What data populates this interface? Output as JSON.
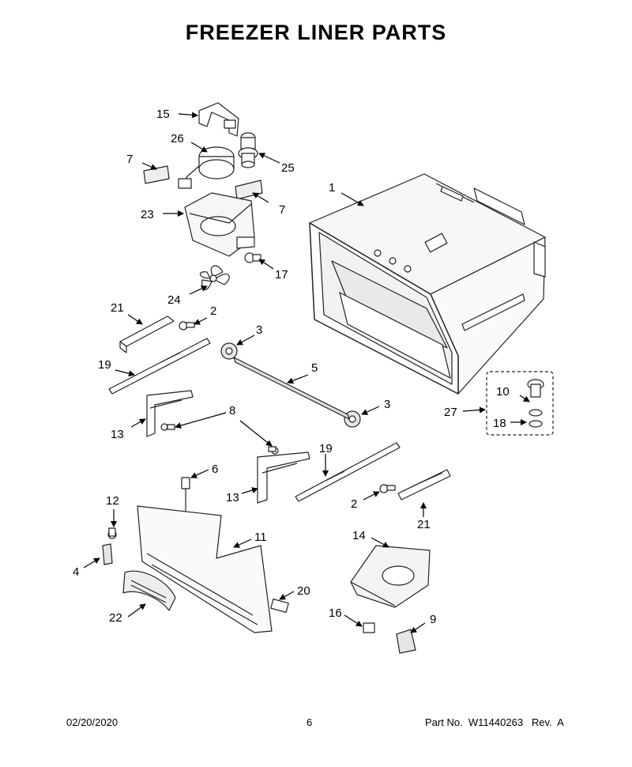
{
  "title": "FREEZER LINER PARTS",
  "footer": {
    "date": "02/20/2020",
    "page": "6",
    "part_no": "Part No.  W11440263   Rev.  A"
  },
  "callouts": [
    {
      "id": "c15",
      "label": "15"
    },
    {
      "id": "c26",
      "label": "26"
    },
    {
      "id": "c25",
      "label": "25"
    },
    {
      "id": "c7a",
      "label": "7"
    },
    {
      "id": "c7b",
      "label": "7"
    },
    {
      "id": "c23",
      "label": "23"
    },
    {
      "id": "c17",
      "label": "17"
    },
    {
      "id": "c24",
      "label": "24"
    },
    {
      "id": "c1",
      "label": "1"
    },
    {
      "id": "c21a",
      "label": "21"
    },
    {
      "id": "c2a",
      "label": "2"
    },
    {
      "id": "c3a",
      "label": "3"
    },
    {
      "id": "c19a",
      "label": "19"
    },
    {
      "id": "c5",
      "label": "5"
    },
    {
      "id": "c10",
      "label": "10"
    },
    {
      "id": "c27",
      "label": "27"
    },
    {
      "id": "c18",
      "label": "18"
    },
    {
      "id": "c3b",
      "label": "3"
    },
    {
      "id": "c8",
      "label": "8"
    },
    {
      "id": "c13a",
      "label": "13"
    },
    {
      "id": "c6",
      "label": "6"
    },
    {
      "id": "c19b",
      "label": "19"
    },
    {
      "id": "c13b",
      "label": "13"
    },
    {
      "id": "c12",
      "label": "12"
    },
    {
      "id": "c2b",
      "label": "2"
    },
    {
      "id": "c21b",
      "label": "21"
    },
    {
      "id": "c14",
      "label": "14"
    },
    {
      "id": "c11",
      "label": "11"
    },
    {
      "id": "c4",
      "label": "4"
    },
    {
      "id": "c20",
      "label": "20"
    },
    {
      "id": "c22",
      "label": "22"
    },
    {
      "id": "c16",
      "label": "16"
    },
    {
      "id": "c9",
      "label": "9"
    }
  ]
}
